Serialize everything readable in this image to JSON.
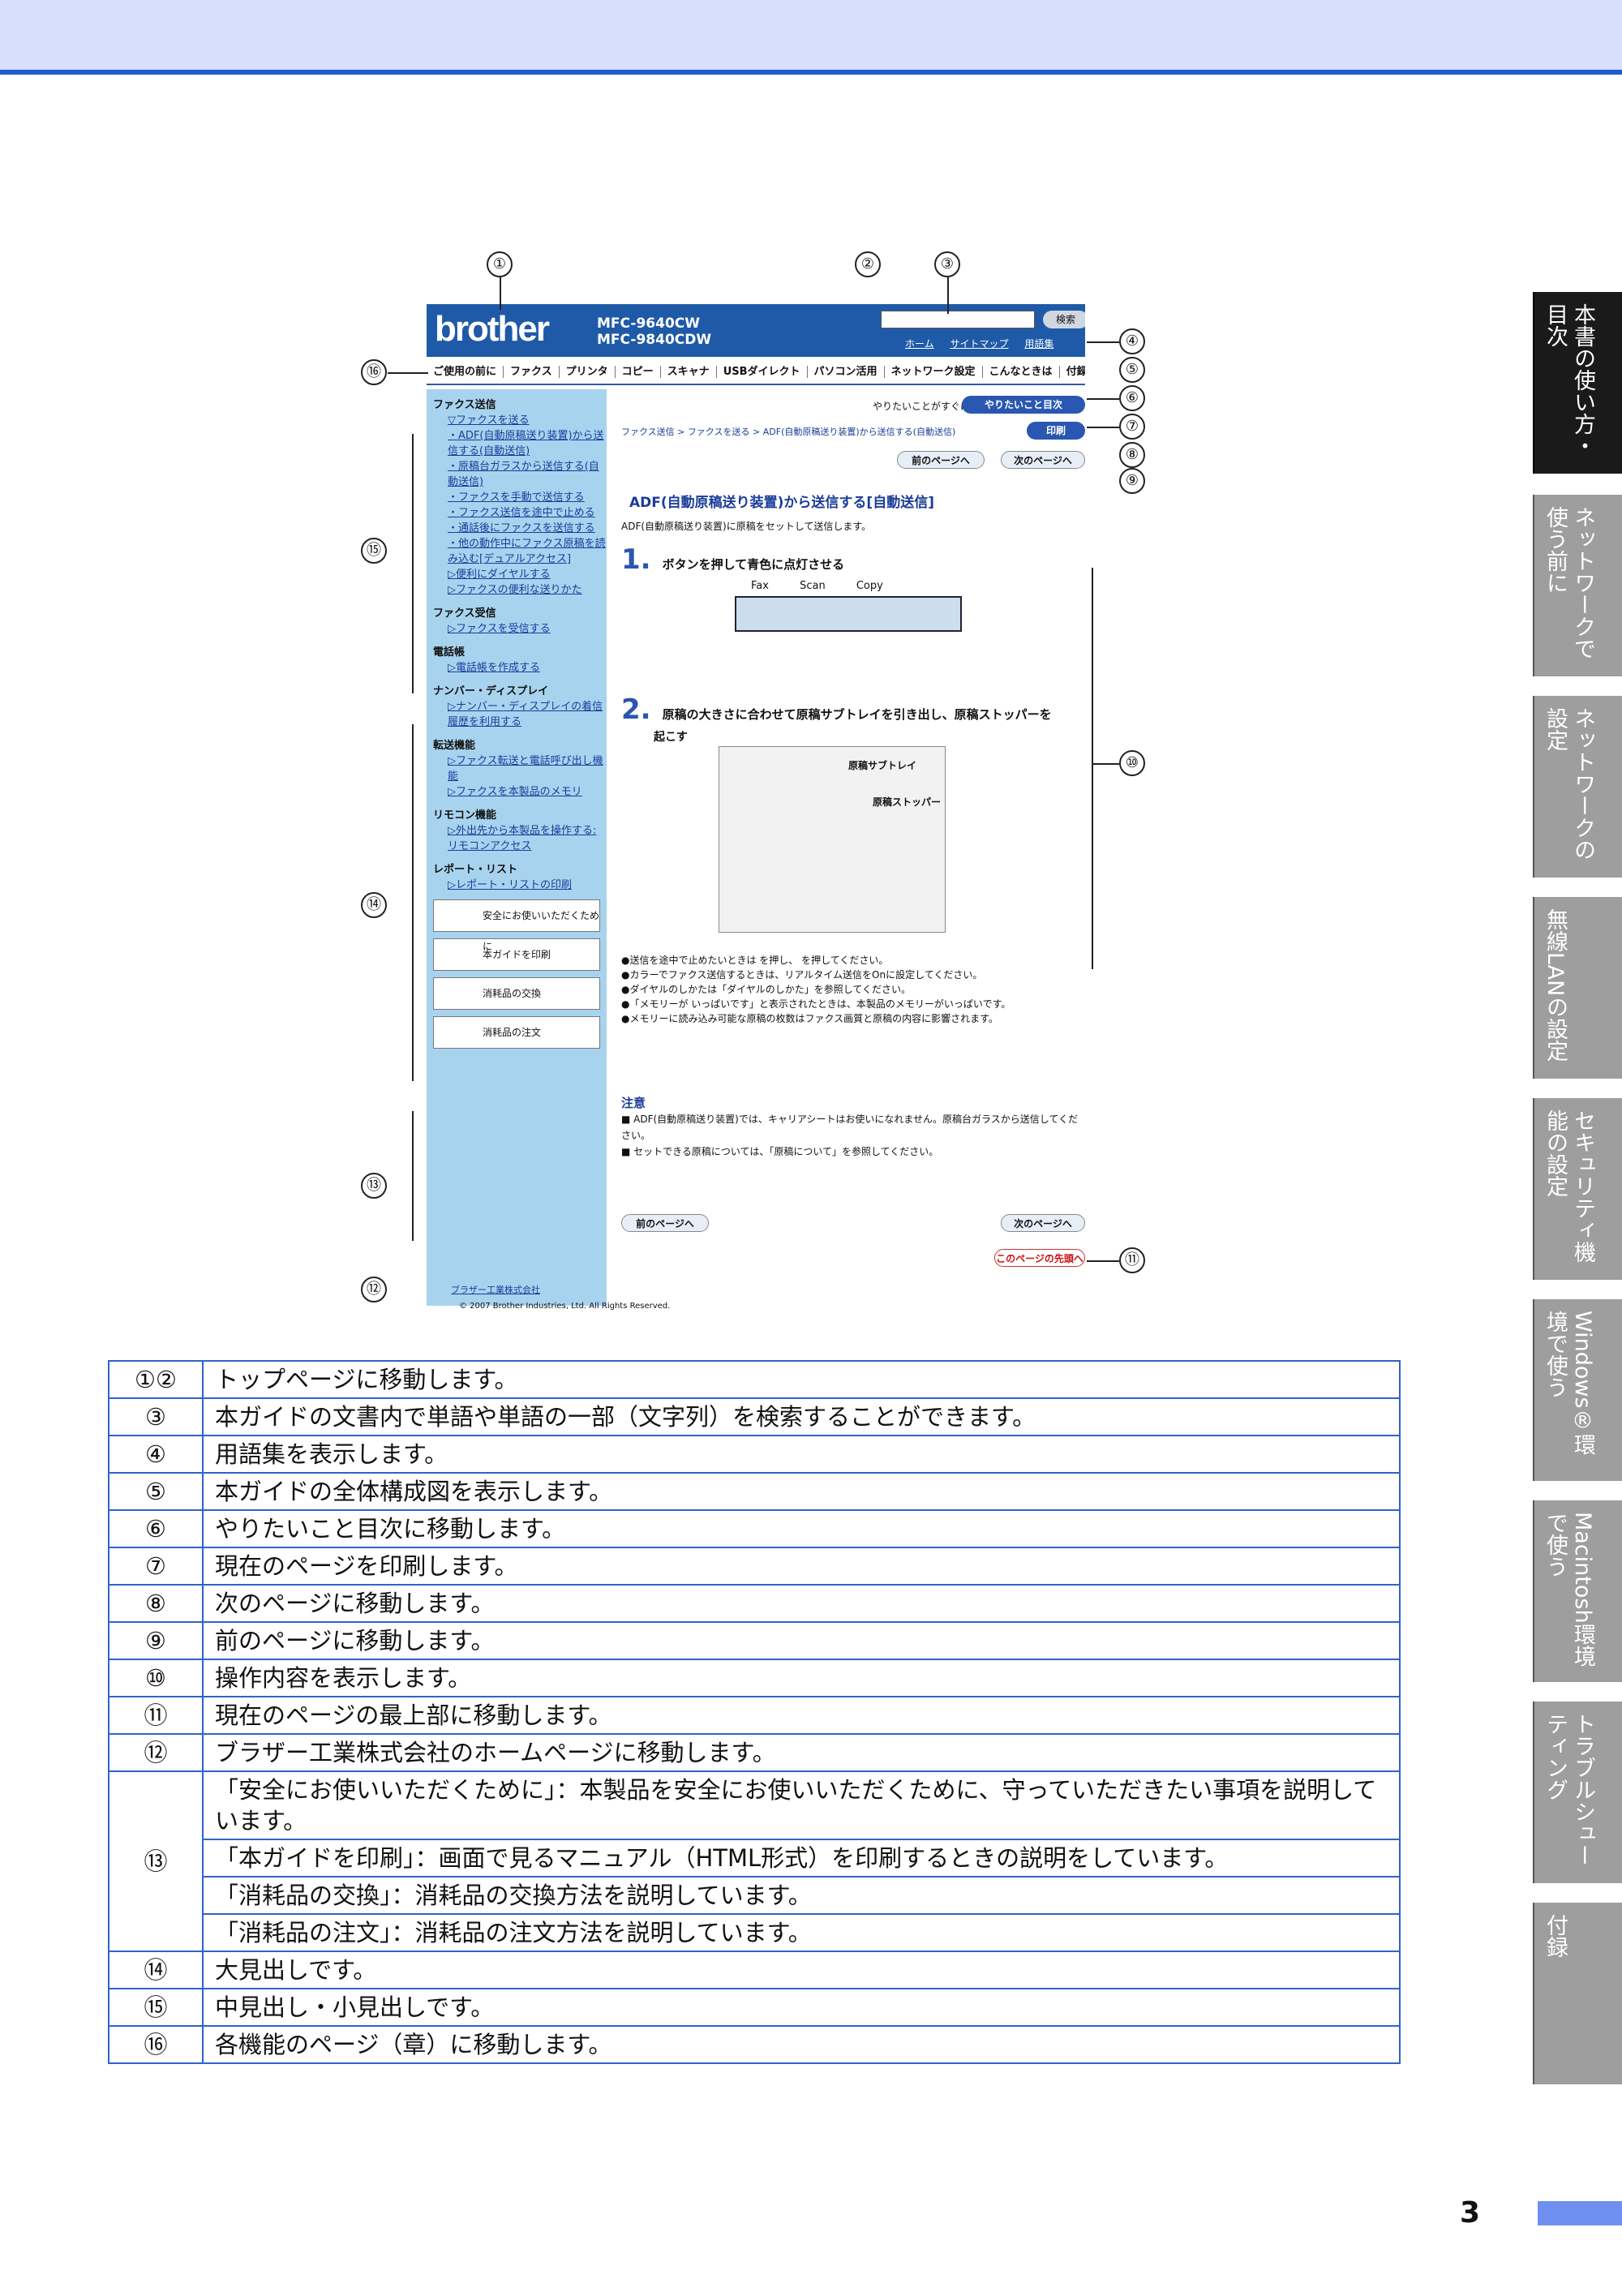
{
  "callouts": [
    "①",
    "②",
    "③",
    "④",
    "⑤",
    "⑥",
    "⑦",
    "⑧",
    "⑨",
    "⑩",
    "⑪",
    "⑫",
    "⑬",
    "⑭",
    "⑮",
    "⑯"
  ],
  "shot": {
    "brand": "brother",
    "model1": "MFC-9640CW",
    "model2": "MFC-9840CDW",
    "search_button": "検索",
    "links": [
      "ホーム",
      "サイトマップ",
      "用語集"
    ],
    "nav": [
      "ご使用の前に",
      "ファクス",
      "プリンタ",
      "コピー",
      "スキャナ",
      "USBダイレクト",
      "パソコン活用",
      "ネットワーク設定",
      "こんなときは",
      "付録"
    ],
    "side": {
      "h1": "ファクス送信",
      "l1": "▽ファクスを送る",
      "l2": "・ADF(自動原稿送り装置)から送信する(自動送信)",
      "l3": "・原稿台ガラスから送信する(自動送信)",
      "l4": "・ファクスを手動で送信する",
      "l5": "・ファクス送信を途中で止める",
      "l6": "・通話後にファクスを送信する",
      "l7": "・他の動作中にファクス原稿を読み込む[デュアルアクセス]",
      "l8": "▷便利にダイヤルする",
      "l9": "▷ファクスの便利な送りかた",
      "h2": "ファクス受信",
      "l10": "▷ファクスを受信する",
      "h3": "電話帳",
      "l11": "▷電話帳を作成する",
      "h4": "ナンバー・ディスプレイ",
      "l12": "▷ナンバー・ディスプレイの着信履歴を利用する",
      "h5": "転送機能",
      "l13": "▷ファクス転送と電話呼び出し機能",
      "l14": "▷ファクスを本製品のメモリ",
      "h6": "リモコン機能",
      "l15": "▷外出先から本製品を操作する:リモコンアクセス",
      "h7": "レポート・リスト",
      "l16": "▷レポート・リストの印刷",
      "b1": "安全にお使いいただくために",
      "b2": "本ガイドを印刷",
      "b3": "消耗品の交換",
      "b4": "消耗品の注文"
    },
    "main": {
      "quick": "やりたいことがすぐに探せる!",
      "task_btn": "やりたいこと目次",
      "breadcrumb": "ファクス送信 > ファクスを送る > ADF(自動原稿送り装置)から送信する(自動送信)",
      "print_btn": "印刷",
      "prev_btn": "前のページへ",
      "next_btn": "次のページへ",
      "top_btn": "このページの先頭へ",
      "title": "ADF(自動原稿送り装置)から送信する[自動送信]",
      "intro": "ADF(自動原稿送り装置)に原稿をセットして送信します。",
      "step1_no": "1.",
      "step1": "ボタンを押して青色に点灯させる",
      "modes": "Fax Scan Copy",
      "step2_no": "2.",
      "step2": "原稿の大きさに合わせて原稿サブトレイを引き出し、原稿ストッパーを",
      "step2b": "起こす",
      "lbl1": "原稿サブトレイ",
      "lbl2": "原稿ストッパー",
      "n1": "●送信を途中で止めたいときは を押し、 を押してください。",
      "n2": "●カラーでファクス送信するときは、リアルタイム送信をOnに設定してください。",
      "n3": "●ダイヤルのしかたは「ダイヤルのしかた」を参照してください。",
      "n4": "●「メモリーが いっぱいです」と表示されたときは、本製品のメモリーがいっぱいです。",
      "n5": "●メモリーに読み込み可能な原稿の枚数はファクス画質と原稿の内容に影響されます。",
      "caution": "注意",
      "c1": "■ ADF(自動原稿送り装置)では、キャリアシートはお使いになれません。原稿台ガラスから送信してください。",
      "c2": "■ セットできる原稿については、「原稿について」を参照してください。"
    },
    "company_link": "ブラザー工業株式会社",
    "copyright": "© 2007 Brother Industries, Ltd. All Rights Reserved."
  },
  "table": [
    {
      "k": "①②",
      "v": "トップページに移動します。"
    },
    {
      "k": "③",
      "v": "本ガイドの文書内で単語や単語の一部（文字列）を検索することができます。"
    },
    {
      "k": "④",
      "v": "用語集を表示します。"
    },
    {
      "k": "⑤",
      "v": "本ガイドの全体構成図を表示します。"
    },
    {
      "k": "⑥",
      "v": "やりたいこと目次に移動します。"
    },
    {
      "k": "⑦",
      "v": "現在のページを印刷します。"
    },
    {
      "k": "⑧",
      "v": "次のページに移動します。"
    },
    {
      "k": "⑨",
      "v": "前のページに移動します。"
    },
    {
      "k": "⑩",
      "v": "操作内容を表示します。"
    },
    {
      "k": "⑪",
      "v": "現在のページの最上部に移動します。"
    },
    {
      "k": "⑫",
      "v": "ブラザー工業株式会社のホームページに移動します。"
    },
    {
      "k": "⑭",
      "v": "大見出しです。"
    },
    {
      "k": "⑮",
      "v": "中見出し・小見出しです。"
    },
    {
      "k": "⑯",
      "v": "各機能のページ（章）に移動します。"
    }
  ],
  "table13": {
    "k": "⑬",
    "v": [
      "「安全にお使いいただくために」：本製品を安全にお使いいただくために、守っていただきたい事項を説明しています。",
      "「本ガイドを印刷」：画面で見るマニュアル（HTML形式）を印刷するときの説明をしています。",
      "「消耗品の交換」：消耗品の交換方法を説明しています。",
      "「消耗品の注文」：消耗品の注文方法を説明しています。"
    ]
  },
  "tabs": [
    "本書の使い方・目次",
    "ネットワークで使う前に",
    "ネットワークの設定",
    "無線LANの設定",
    "セキュリティ機能の設定",
    "Windows®環境で使う",
    "Macintosh環境で使う",
    "トラブルシューティング",
    "付録"
  ],
  "page_number": "3"
}
